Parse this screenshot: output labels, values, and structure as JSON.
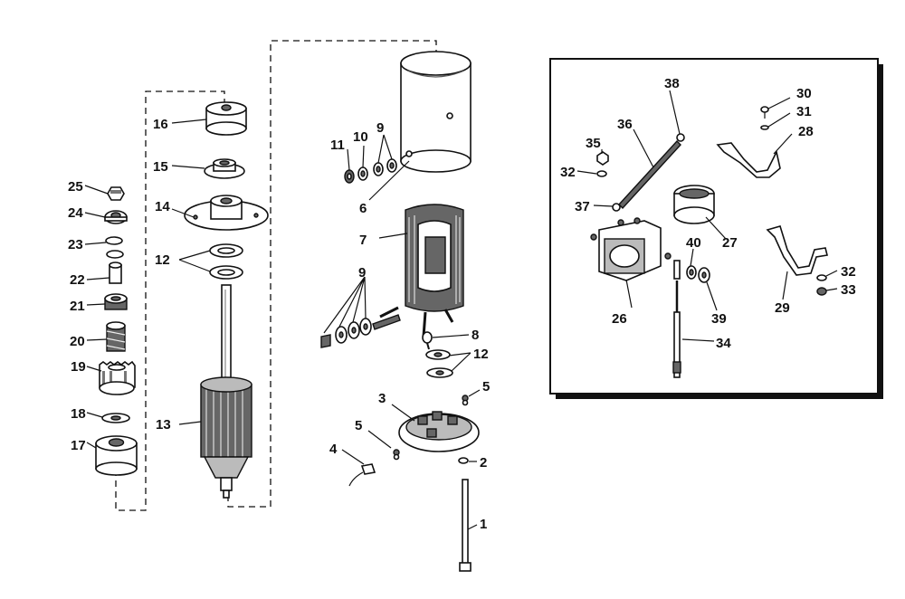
{
  "callouts": {
    "c1": "1",
    "c2": "2",
    "c3": "3",
    "c4": "4",
    "c5a": "5",
    "c5b": "5",
    "c6": "6",
    "c7": "7",
    "c8": "8",
    "c9a": "9",
    "c9b": "9",
    "c10": "10",
    "c11": "11",
    "c12a": "12",
    "c12b": "12",
    "c13": "13",
    "c14": "14",
    "c15": "15",
    "c16": "16",
    "c17": "17",
    "c18": "18",
    "c19": "19",
    "c20": "20",
    "c21": "21",
    "c22": "22",
    "c23": "23",
    "c24": "24",
    "c25": "25",
    "c26": "26",
    "c27": "27",
    "c28": "28",
    "c29": "29",
    "c30": "30",
    "c31": "31",
    "c32a": "32",
    "c32b": "32",
    "c33": "33",
    "c34": "34",
    "c35": "35",
    "c36": "36",
    "c37": "37",
    "c38": "38",
    "c39": "39",
    "c40": "40"
  }
}
